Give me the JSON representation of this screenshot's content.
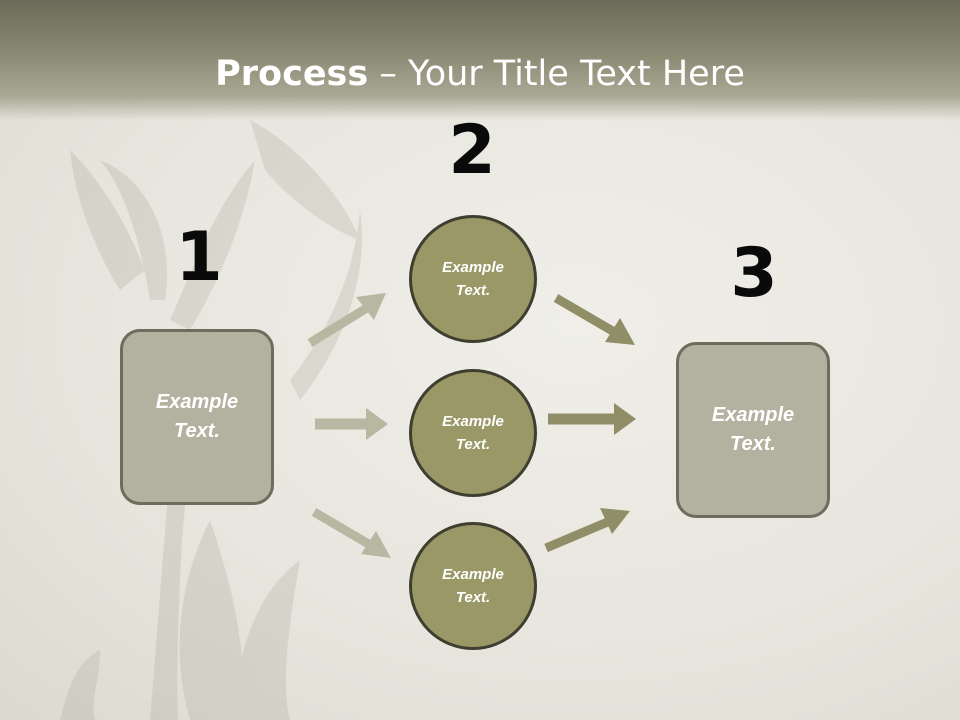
{
  "title": {
    "bold": "Process",
    "rest": " – Your Title Text Here"
  },
  "steps": [
    {
      "number": "1",
      "label_line1": "Example",
      "label_line2": "Text."
    },
    {
      "number": "2",
      "circles": [
        {
          "label_line1": "Example",
          "label_line2": "Text."
        },
        {
          "label_line1": "Example",
          "label_line2": "Text."
        },
        {
          "label_line1": "Example",
          "label_line2": "Text."
        }
      ]
    },
    {
      "number": "3",
      "label_line1": "Example",
      "label_line2": "Text."
    }
  ],
  "colors": {
    "header": "#8a8a74",
    "box_fill": "#b3b19f",
    "box_border": "#6e6d5d",
    "circle_fill": "#999866",
    "circle_border": "#3f3e30",
    "arrow_light": "#b8b7a2",
    "arrow_dark": "#8f8e66"
  }
}
